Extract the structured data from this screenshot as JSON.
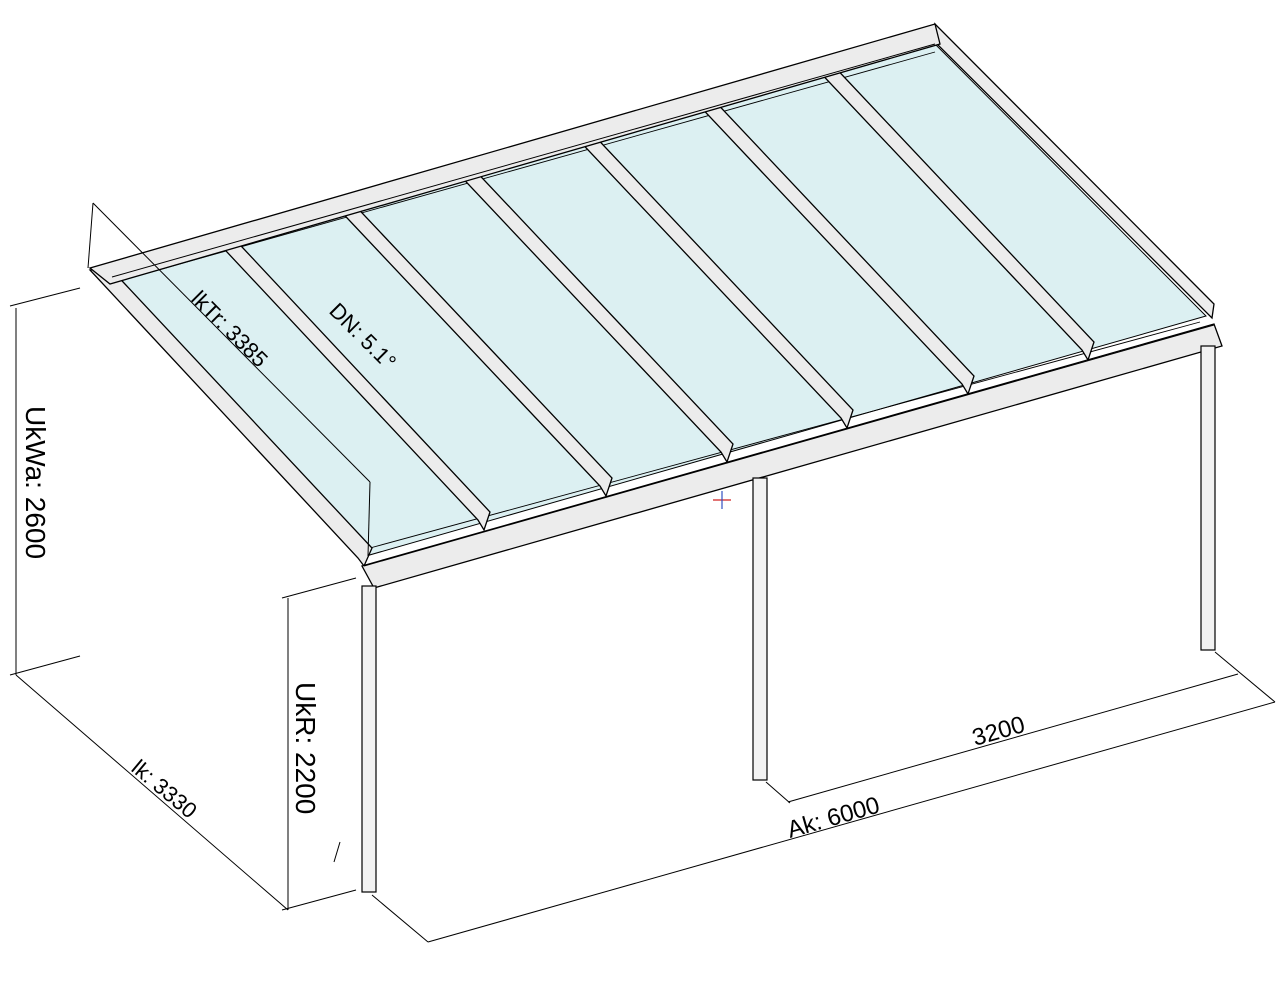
{
  "colors": {
    "glass": "#dcf0f2",
    "frame": "#ececec",
    "post": "#f2f2f2",
    "line": "#000000",
    "cursor_red": "#d02020",
    "cursor_blue": "#3050c0"
  },
  "labels": {
    "roof_length": "lkTr: 3385",
    "roof_pitch": "DN: 5.1°",
    "wall_height": "UkWa: 2600",
    "gutter_height": "UkR: 2200",
    "depth": "lk: 3330",
    "width": "Ak: 6000",
    "post_spacing": "3200"
  }
}
